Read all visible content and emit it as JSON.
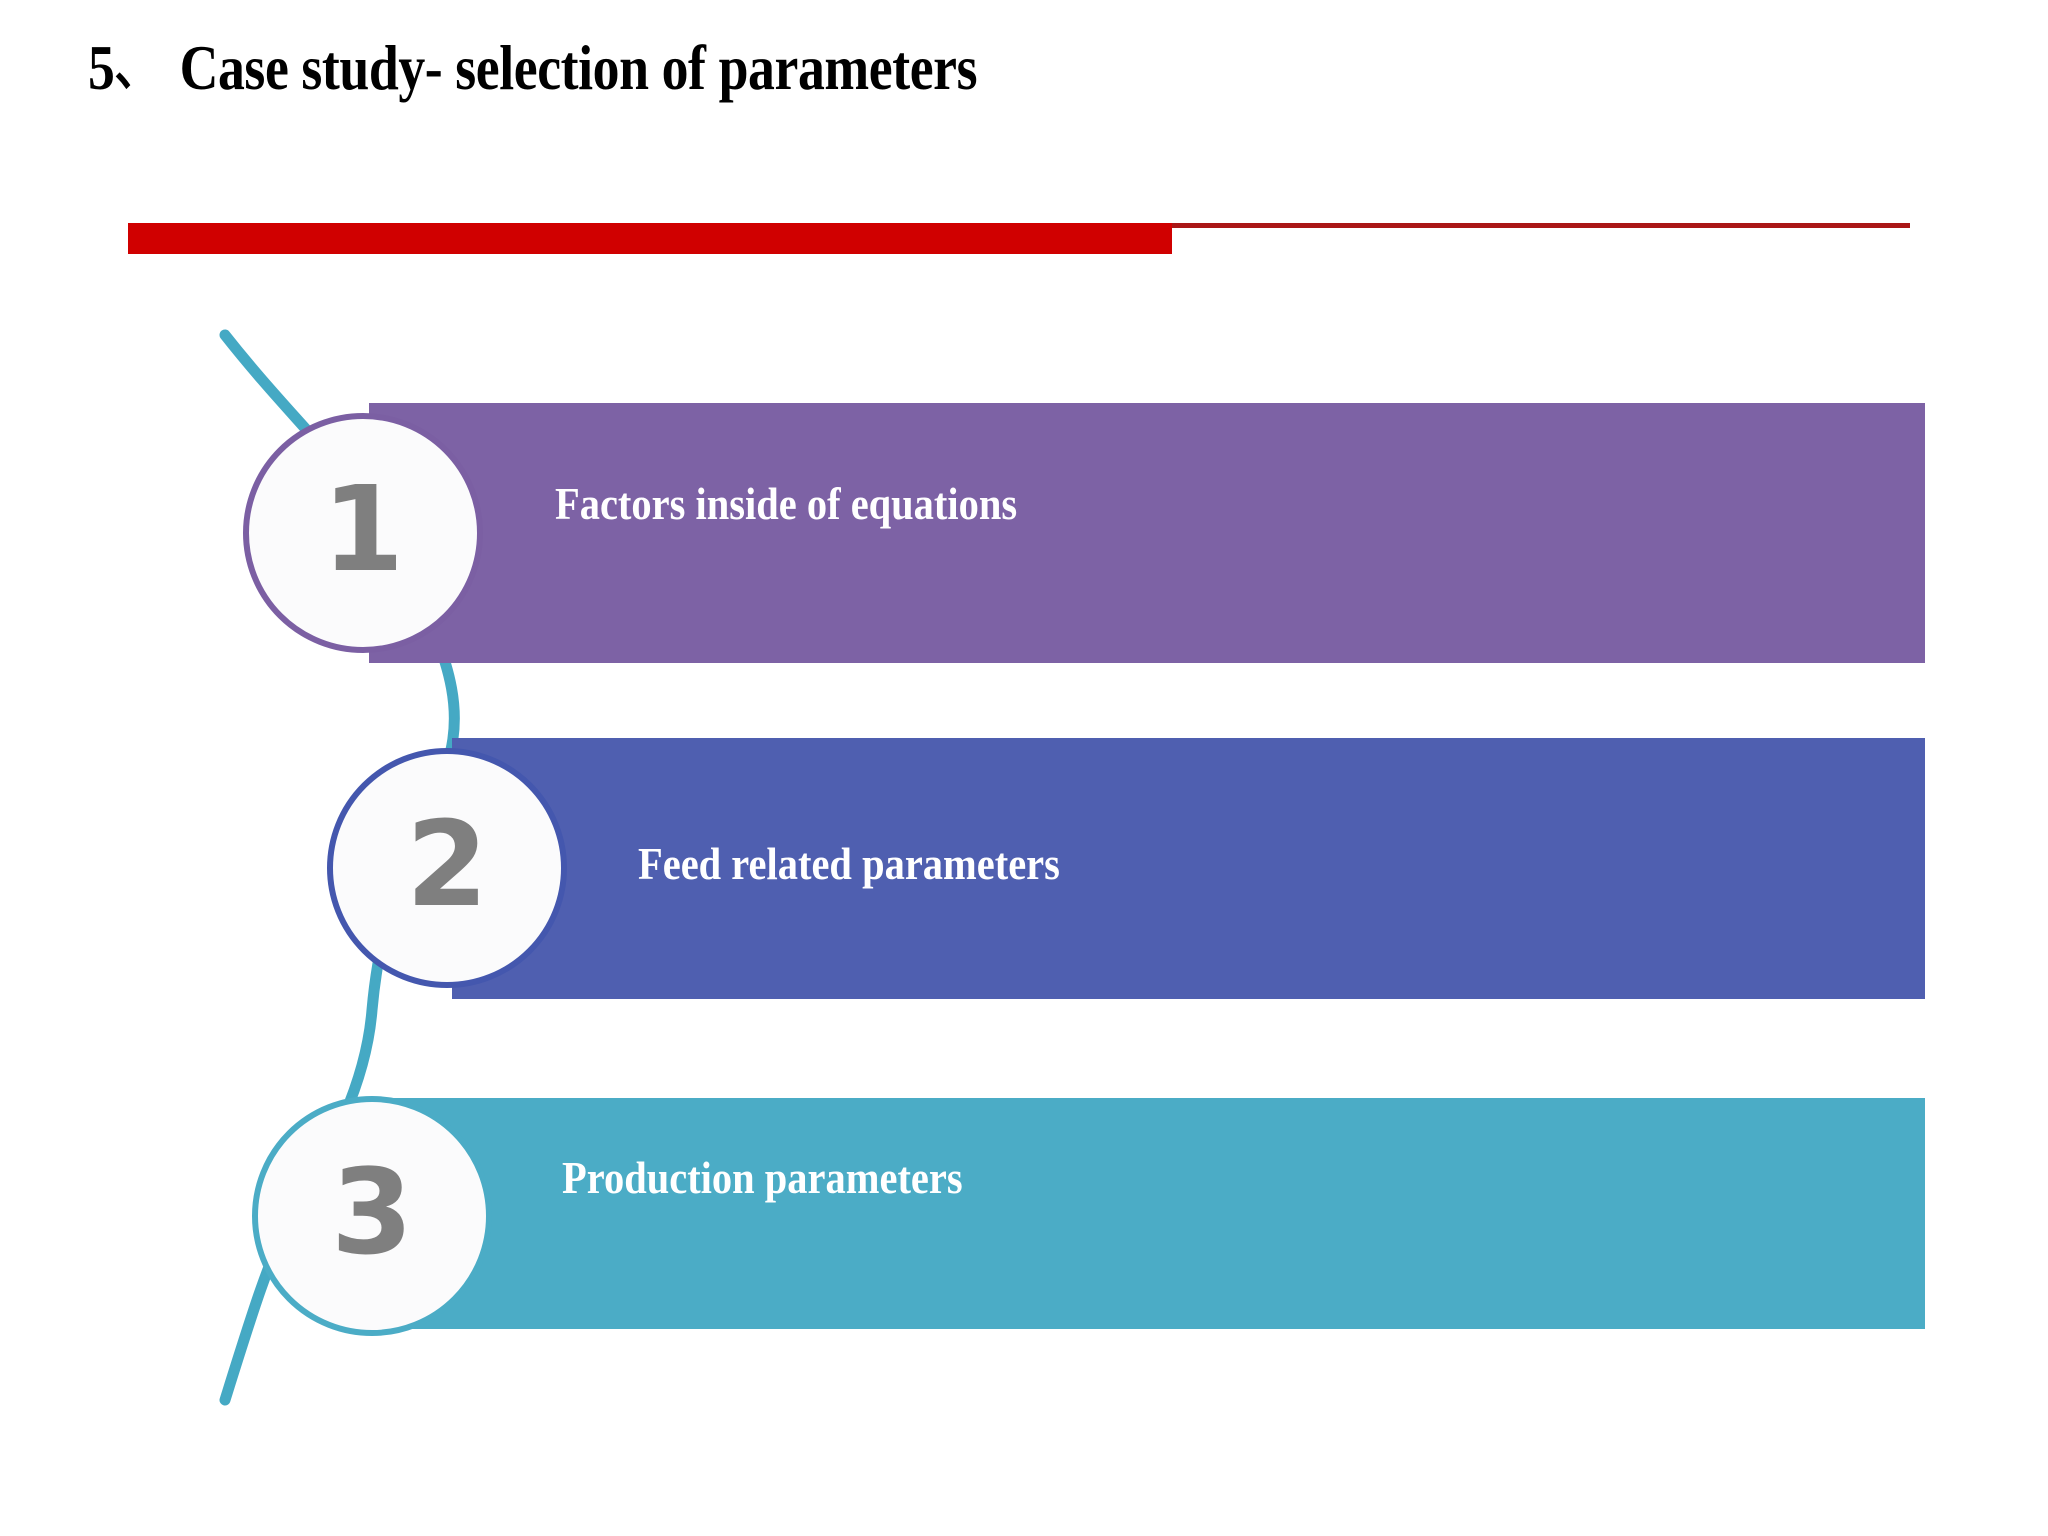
{
  "slide": {
    "background_color": "#ffffff",
    "title": {
      "number": "5",
      "cjk_separator": "、",
      "text": "Case study- selection of parameters",
      "color": "#000000"
    },
    "divider": {
      "name": "red-rule",
      "thick_color": "#d00000",
      "thin_color": "#aa1616"
    }
  },
  "diagram": {
    "type": "numbered-step-bars",
    "connector": {
      "name": "teal-curve-connector",
      "color": "#45a9c4",
      "stroke_width": 11
    },
    "steps": [
      {
        "number": "1",
        "label": "Factors inside of equations",
        "bar_color": "#7d62a5",
        "circle_border_color": "#7b5fa3",
        "circle_fill_color": "#fbfbfc",
        "number_color": "#7f7f7f",
        "label_color": "#ffffff"
      },
      {
        "number": "2",
        "label": "Feed related parameters",
        "bar_color": "#4f5fb0",
        "circle_border_color": "#4457ae",
        "circle_fill_color": "#fbfbfc",
        "number_color": "#7f7f7f",
        "label_color": "#ffffff"
      },
      {
        "number": "3",
        "label": "Production parameters",
        "bar_color": "#4bacc6",
        "circle_border_color": "#4bacc6",
        "circle_fill_color": "#fbfbfc",
        "number_color": "#7f7f7f",
        "label_color": "#ffffff"
      }
    ]
  }
}
